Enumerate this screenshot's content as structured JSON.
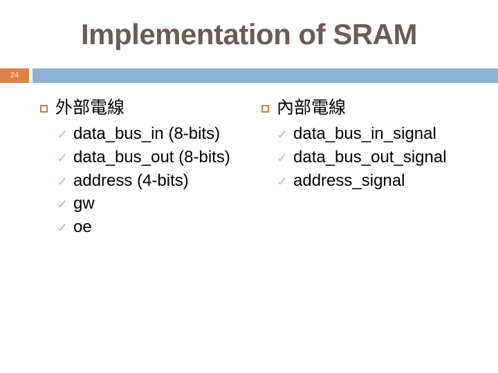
{
  "slide": {
    "title": "Implementation of SRAM",
    "number": "24",
    "accent_orange": "#dd8246",
    "accent_blue": "#90b2d2",
    "title_color": "#6d5b52",
    "bullet_square_color": "#c4804c",
    "bullet_check_color": "#d9bda1"
  },
  "columns": [
    {
      "heading": "外部電線",
      "bullet_icon": "hollow-square-bullet",
      "items": [
        {
          "text": "data_bus_in (8-bits)",
          "bullet_icon": "check-bullet"
        },
        {
          "text": "data_bus_out (8-bits)",
          "bullet_icon": "check-bullet"
        },
        {
          "text": "address (4-bits)",
          "bullet_icon": "check-bullet"
        },
        {
          "text": "gw",
          "bullet_icon": "check-bullet"
        },
        {
          "text": "oe",
          "bullet_icon": "check-bullet"
        }
      ]
    },
    {
      "heading": "內部電線",
      "bullet_icon": "hollow-square-bullet",
      "items": [
        {
          "text": "data_bus_in_signal",
          "bullet_icon": "check-bullet"
        },
        {
          "text": "data_bus_out_signal",
          "bullet_icon": "check-bullet"
        },
        {
          "text": "address_signal",
          "bullet_icon": "check-bullet"
        }
      ]
    }
  ]
}
